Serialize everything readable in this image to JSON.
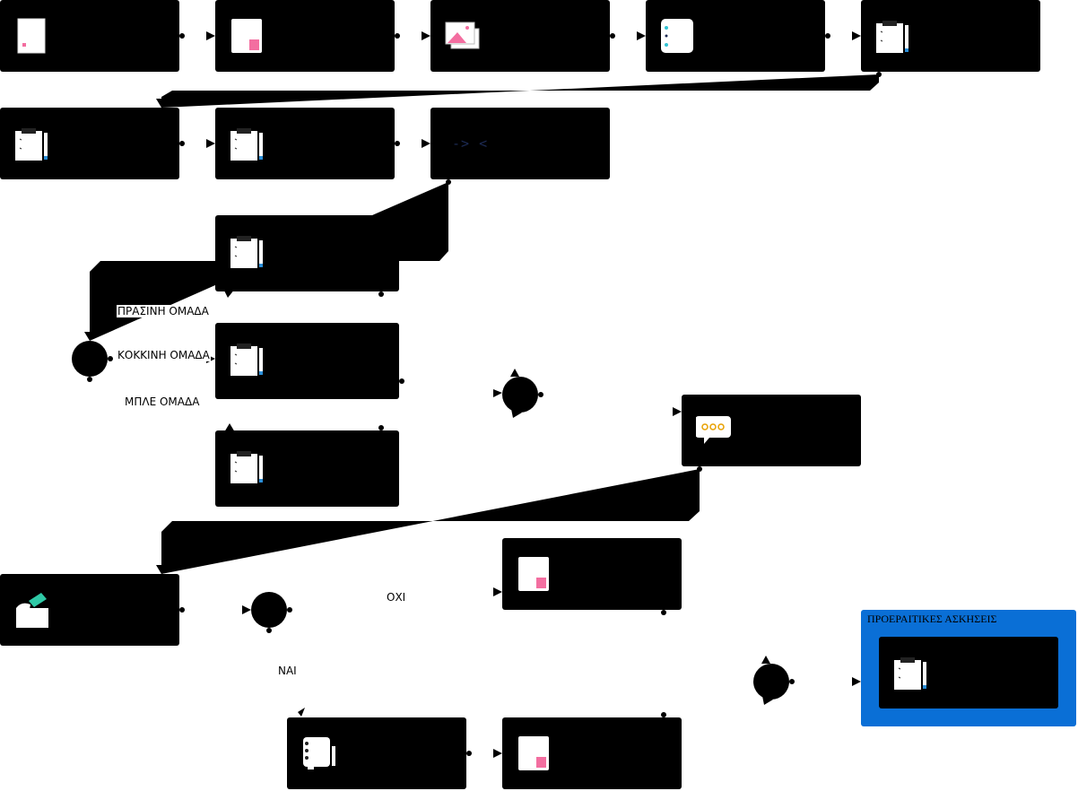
{
  "diagram": {
    "group": {
      "title": "ΠΡΟΕΡΑΙΤΙΚΕΣ ΑΣΚΗΣΕΙΣ",
      "color": "#0a6fd6"
    },
    "branch_labels": {
      "green": "ΠΡΑΣΙΝΗ ΟΜΑΔΑ",
      "red": "ΚΟΚΚΙΝΗ ΟΜΑΔΑ",
      "blue": "ΜΠΛΕ ΟΜΑΔΑ",
      "no": "ΟΧΙ",
      "yes": "ΝΑΙ"
    },
    "nodes": [
      {
        "id": "n1",
        "icon": "document-icon"
      },
      {
        "id": "n2",
        "icon": "pink-document-icon"
      },
      {
        "id": "n3",
        "icon": "image-gallery-icon"
      },
      {
        "id": "n4",
        "icon": "checklist-icon"
      },
      {
        "id": "n5",
        "icon": "clipboard-icon"
      },
      {
        "id": "n6",
        "icon": "clipboard-icon"
      },
      {
        "id": "n7",
        "icon": "clipboard-icon"
      },
      {
        "id": "n8",
        "icon": "code-icon",
        "text": "-> <"
      },
      {
        "id": "g1",
        "icon": "clipboard-icon"
      },
      {
        "id": "r1",
        "icon": "clipboard-icon"
      },
      {
        "id": "b1",
        "icon": "clipboard-icon"
      },
      {
        "id": "chat",
        "icon": "chat-bubble-icon"
      },
      {
        "id": "hand",
        "icon": "hand-icon"
      },
      {
        "id": "no_doc",
        "icon": "pink-document-icon"
      },
      {
        "id": "yes_note",
        "icon": "notebook-icon"
      },
      {
        "id": "yes_doc",
        "icon": "pink-document-icon"
      },
      {
        "id": "opt",
        "icon": "clipboard-icon"
      }
    ],
    "colors": {
      "pink": "#f36ea0",
      "teal": "#2fc9a6",
      "cyan": "#32c3d3",
      "navy": "#1d2b55"
    }
  }
}
